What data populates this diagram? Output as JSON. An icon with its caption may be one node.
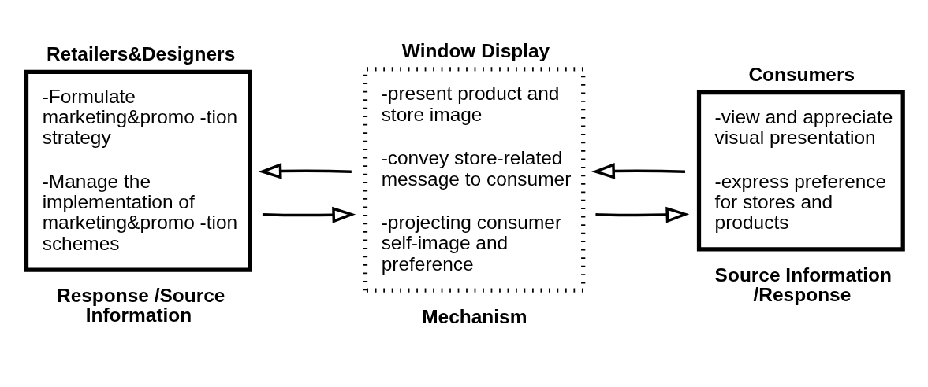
{
  "diagram": {
    "nodes": [
      {
        "text": [
          "Retailers&Designers",
          "-Formulate marketing&promo -tion strategy",
          "-Manage the implementation of marketing&promo -tion schemes"
        ],
        "beside": [
          "Response /Source Information"
        ]
      },
      {
        "text": [
          "Window Display",
          "-present product and store image",
          "-convey store-related message to consumer",
          "-projecting consumer self-image and preference"
        ],
        "beside": [
          "Mechanism"
        ]
      },
      {
        "text": [
          "Consumers",
          "-view and appreciate visual presentation",
          "-express preference for stores and products"
        ],
        "beside": [
          "Source Information /Response"
        ]
      }
    ],
    "edges": [
      {
        "from": 0,
        "to": 1,
        "arrow": "to"
      },
      {
        "from": 1,
        "to": 0,
        "arrow": "to"
      },
      {
        "from": 1,
        "to": 2,
        "arrow": "to"
      },
      {
        "from": 2,
        "to": 1,
        "arrow": "to"
      }
    ]
  }
}
